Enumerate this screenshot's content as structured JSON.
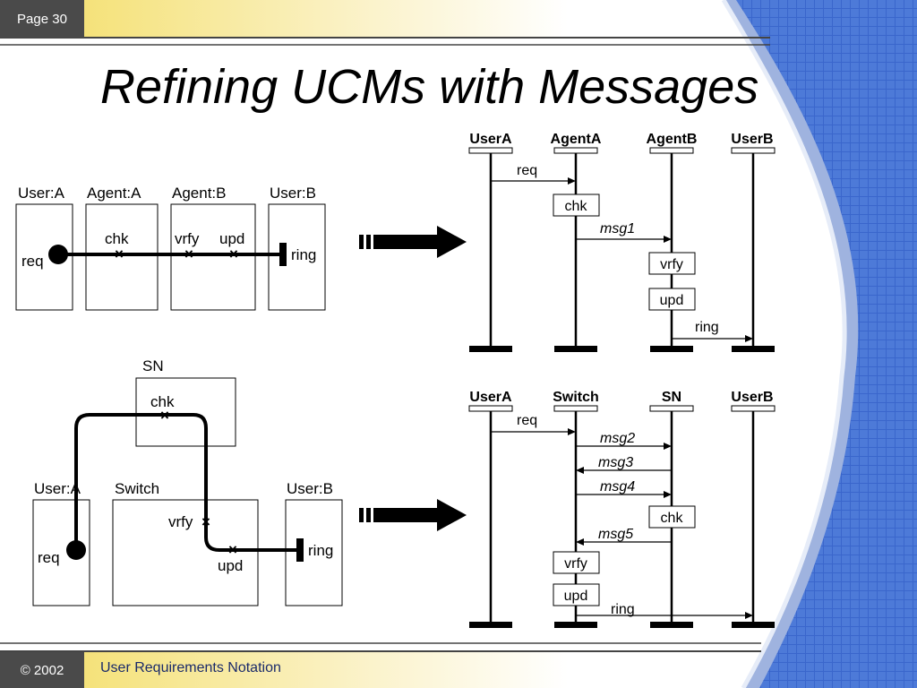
{
  "header": {
    "page_label": "Page 30"
  },
  "title": "Refining UCMs with Messages",
  "footer": {
    "copyright": "© 2002",
    "text": "User Requirements Notation"
  },
  "ucm_top": {
    "components": [
      "User:A",
      "Agent:A",
      "Agent:B",
      "User:B"
    ],
    "points": [
      "req",
      "chk",
      "vrfy",
      "upd",
      "ring"
    ]
  },
  "ucm_bottom": {
    "components": [
      "SN",
      "User:A",
      "Switch",
      "User:B"
    ],
    "points": [
      "chk",
      "req",
      "vrfy",
      "upd",
      "ring"
    ]
  },
  "seq_top": {
    "lifelines": [
      "UserA",
      "AgentA",
      "AgentB",
      "UserB"
    ],
    "messages": [
      "req",
      "msg1",
      "ring"
    ],
    "actions": [
      "chk",
      "vrfy",
      "upd"
    ]
  },
  "seq_bottom": {
    "lifelines": [
      "UserA",
      "Switch",
      "SN",
      "UserB"
    ],
    "messages": [
      "req",
      "msg2",
      "msg3",
      "msg4",
      "msg5",
      "ring"
    ],
    "actions": [
      "chk",
      "vrfy",
      "upd"
    ]
  },
  "colors": {
    "badge": "#4a4a4a",
    "stripe_blue": "#3a66cc",
    "accent_yellow": "#f5e27a",
    "footer_text": "#1a2a6a"
  }
}
